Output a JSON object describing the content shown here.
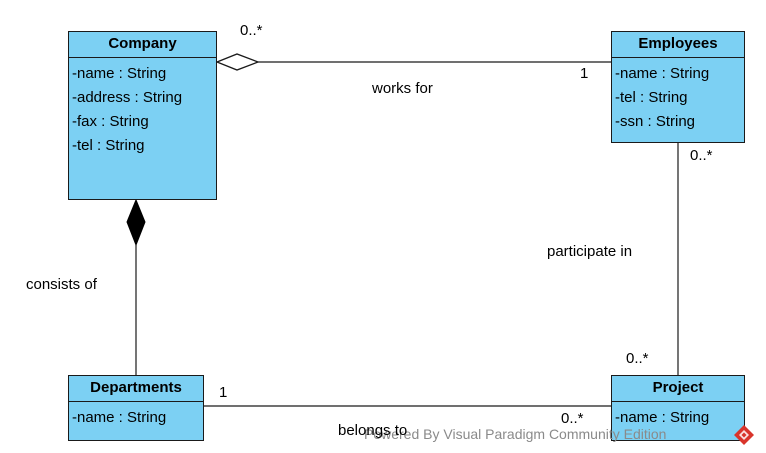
{
  "classes": {
    "company": {
      "name": "Company",
      "attributes": [
        "-name : String",
        "-address : String",
        "-fax : String",
        "-tel : String"
      ]
    },
    "employees": {
      "name": "Employees",
      "attributes": [
        "-name : String",
        "-tel : String",
        "-ssn : String"
      ]
    },
    "departments": {
      "name": "Departments",
      "attributes": [
        "-name : String"
      ]
    },
    "project": {
      "name": "Project",
      "attributes": [
        "-name : String"
      ]
    }
  },
  "associations": {
    "works_for": {
      "label": "works for",
      "source_mult": "0..*",
      "target_mult": "1",
      "source_end": "aggregation"
    },
    "participate_in": {
      "label": "participate in",
      "source_mult": "0..*",
      "target_mult": "0..*"
    },
    "consists_of": {
      "label": "consists of",
      "source_end": "composition"
    },
    "belongs_to": {
      "label": "belongs to",
      "source_mult": "1",
      "target_mult": "0..*"
    }
  },
  "watermark": "Powered By Visual Paradigm Community Edition",
  "colors": {
    "class_fill": "#7cd0f3",
    "line": "#1a1a1a",
    "logo": "#d9342b"
  }
}
